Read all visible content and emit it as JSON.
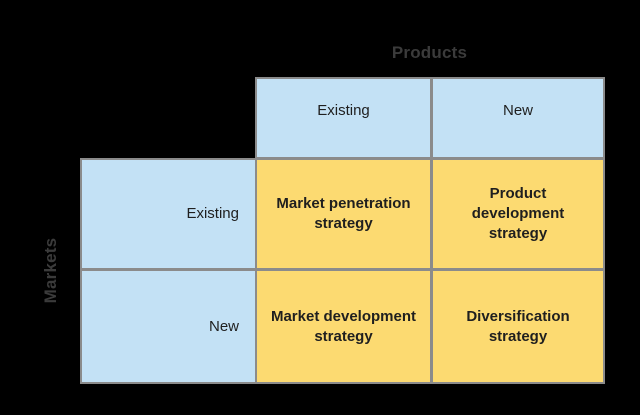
{
  "diagram": {
    "type": "ansoff-matrix",
    "background_color": "#000000",
    "axes": {
      "columns": {
        "title": "Products",
        "title_color": "#3b3b3b",
        "categories": [
          "Existing",
          "New"
        ]
      },
      "rows": {
        "title": "Markets",
        "title_color": "#3b3b3b",
        "categories": [
          "Existing",
          "New"
        ]
      }
    },
    "colors": {
      "header_cell": "#c3e1f5",
      "quadrant_cell": "#fcda71",
      "border": "#8b8b8b",
      "cell_text": "#1f1f1f"
    },
    "column_headers": [
      {
        "label": "Existing"
      },
      {
        "label": "New"
      }
    ],
    "row_headers": [
      {
        "label": "Existing"
      },
      {
        "label": "New"
      }
    ],
    "quadrants": [
      {
        "market": "Existing",
        "product": "Existing",
        "label": "Market penetration strategy"
      },
      {
        "market": "Existing",
        "product": "New",
        "label": "Product development strategy"
      },
      {
        "market": "New",
        "product": "Existing",
        "label": "Market development strategy"
      },
      {
        "market": "New",
        "product": "New",
        "label": "Diversification strategy"
      }
    ]
  }
}
